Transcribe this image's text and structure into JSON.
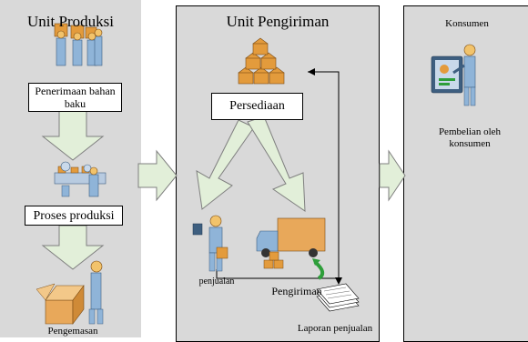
{
  "panels": {
    "produksi": {
      "title": "Unit Produksi",
      "receive_label": "Penerimaan bahan baku",
      "process_label": "Proses produksi",
      "packaging_label": "Pengemasan"
    },
    "pengiriman": {
      "title": "Unit Pengiriman",
      "inventory_label": "Persediaan",
      "sales_label": "penjualan",
      "shipping_label": "Pengiriman",
      "report_label": "Laporan penjualan"
    },
    "konsumen": {
      "title": "Konsumen",
      "purchase_label": "Pembelian oleh konsumen"
    }
  },
  "colors": {
    "panel_fill": "#d9d9d9",
    "arrow_fill": "#e2efd9",
    "arrow_stroke": "#7f7f7f",
    "box_orange": "#e39b3c",
    "worker_blue": "#8fb4d8",
    "truck_green": "#2e9e3a"
  }
}
